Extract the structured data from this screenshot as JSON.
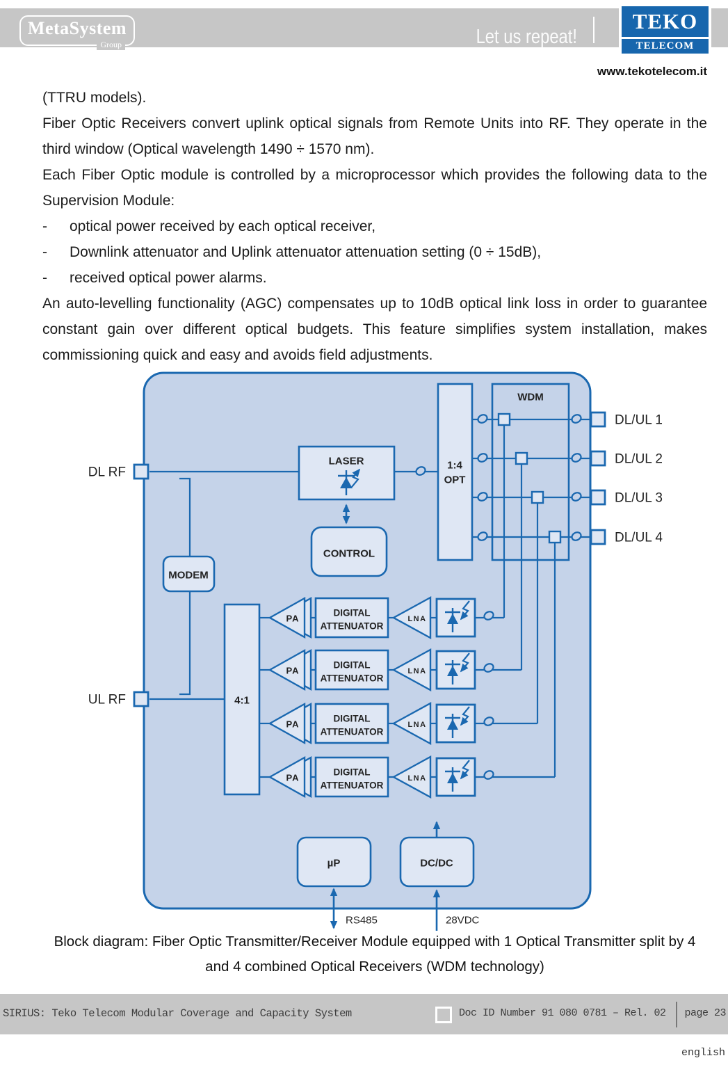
{
  "header": {
    "brand": "MetaSystem",
    "brand_sub": "Group",
    "tagline": "Let us repeat!",
    "logo_top": "TEKO",
    "logo_bottom": "TELECOM",
    "website": "www.tekotelecom.it"
  },
  "body": {
    "intro": "(TTRU models).",
    "p_receivers": "Fiber Optic Receivers convert uplink optical signals from Remote Units into RF. They operate in the third window (Optical wavelength 1490 ÷ 1570 nm).",
    "p_micro": "Each Fiber Optic module is controlled by a microprocessor which provides the following data to the Supervision Module:",
    "bullet_marker": "-",
    "bullets": [
      "optical power received by each optical receiver,",
      "Downlink attenuator and Uplink attenuator attenuation setting (0 ÷ 15dB),",
      "received optical power alarms."
    ],
    "p_agc": "An auto-levelling functionality (AGC) compensates up to 10dB optical link loss in order to guarantee constant gain over different optical budgets. This feature simplifies system installation, makes commissioning quick and easy and avoids field adjustments."
  },
  "diagram": {
    "dl_rf": "DL RF",
    "ul_rf": "UL RF",
    "laser": "LASER",
    "control": "CONTROL",
    "modem": "MODEM",
    "combiner": "4:1",
    "splitter_line1": "1:4",
    "splitter_line2": "OPT",
    "wdm": "WDM",
    "pa": "PA",
    "lna": "LNA",
    "attenuator_line1": "DIGITAL",
    "attenuator_line2": "ATTENUATOR",
    "micro": "µP",
    "dcdc": "DC/DC",
    "rs485": "RS485",
    "vdc": "28VDC",
    "ports": [
      "DL/UL 1",
      "DL/UL 2",
      "DL/UL 3",
      "DL/UL 4"
    ],
    "caption": "Block diagram: Fiber Optic Transmitter/Receiver Module equipped with 1 Optical Transmitter split by 4 and 4 combined Optical Receivers (WDM technology)"
  },
  "footer": {
    "left": "SIRIUS: Teko Telecom Modular Coverage and Capacity System",
    "doc_id": "Doc ID Number 91 080 0781 – Rel. 02",
    "page": "page 23",
    "language": "english"
  },
  "colors": {
    "accent_blue": "#1a68b0",
    "container_fill": "#c5d3e9",
    "box_fill": "#dfe7f4",
    "band_gray": "#c6c6c6",
    "teko_blue": "#1766ad"
  }
}
